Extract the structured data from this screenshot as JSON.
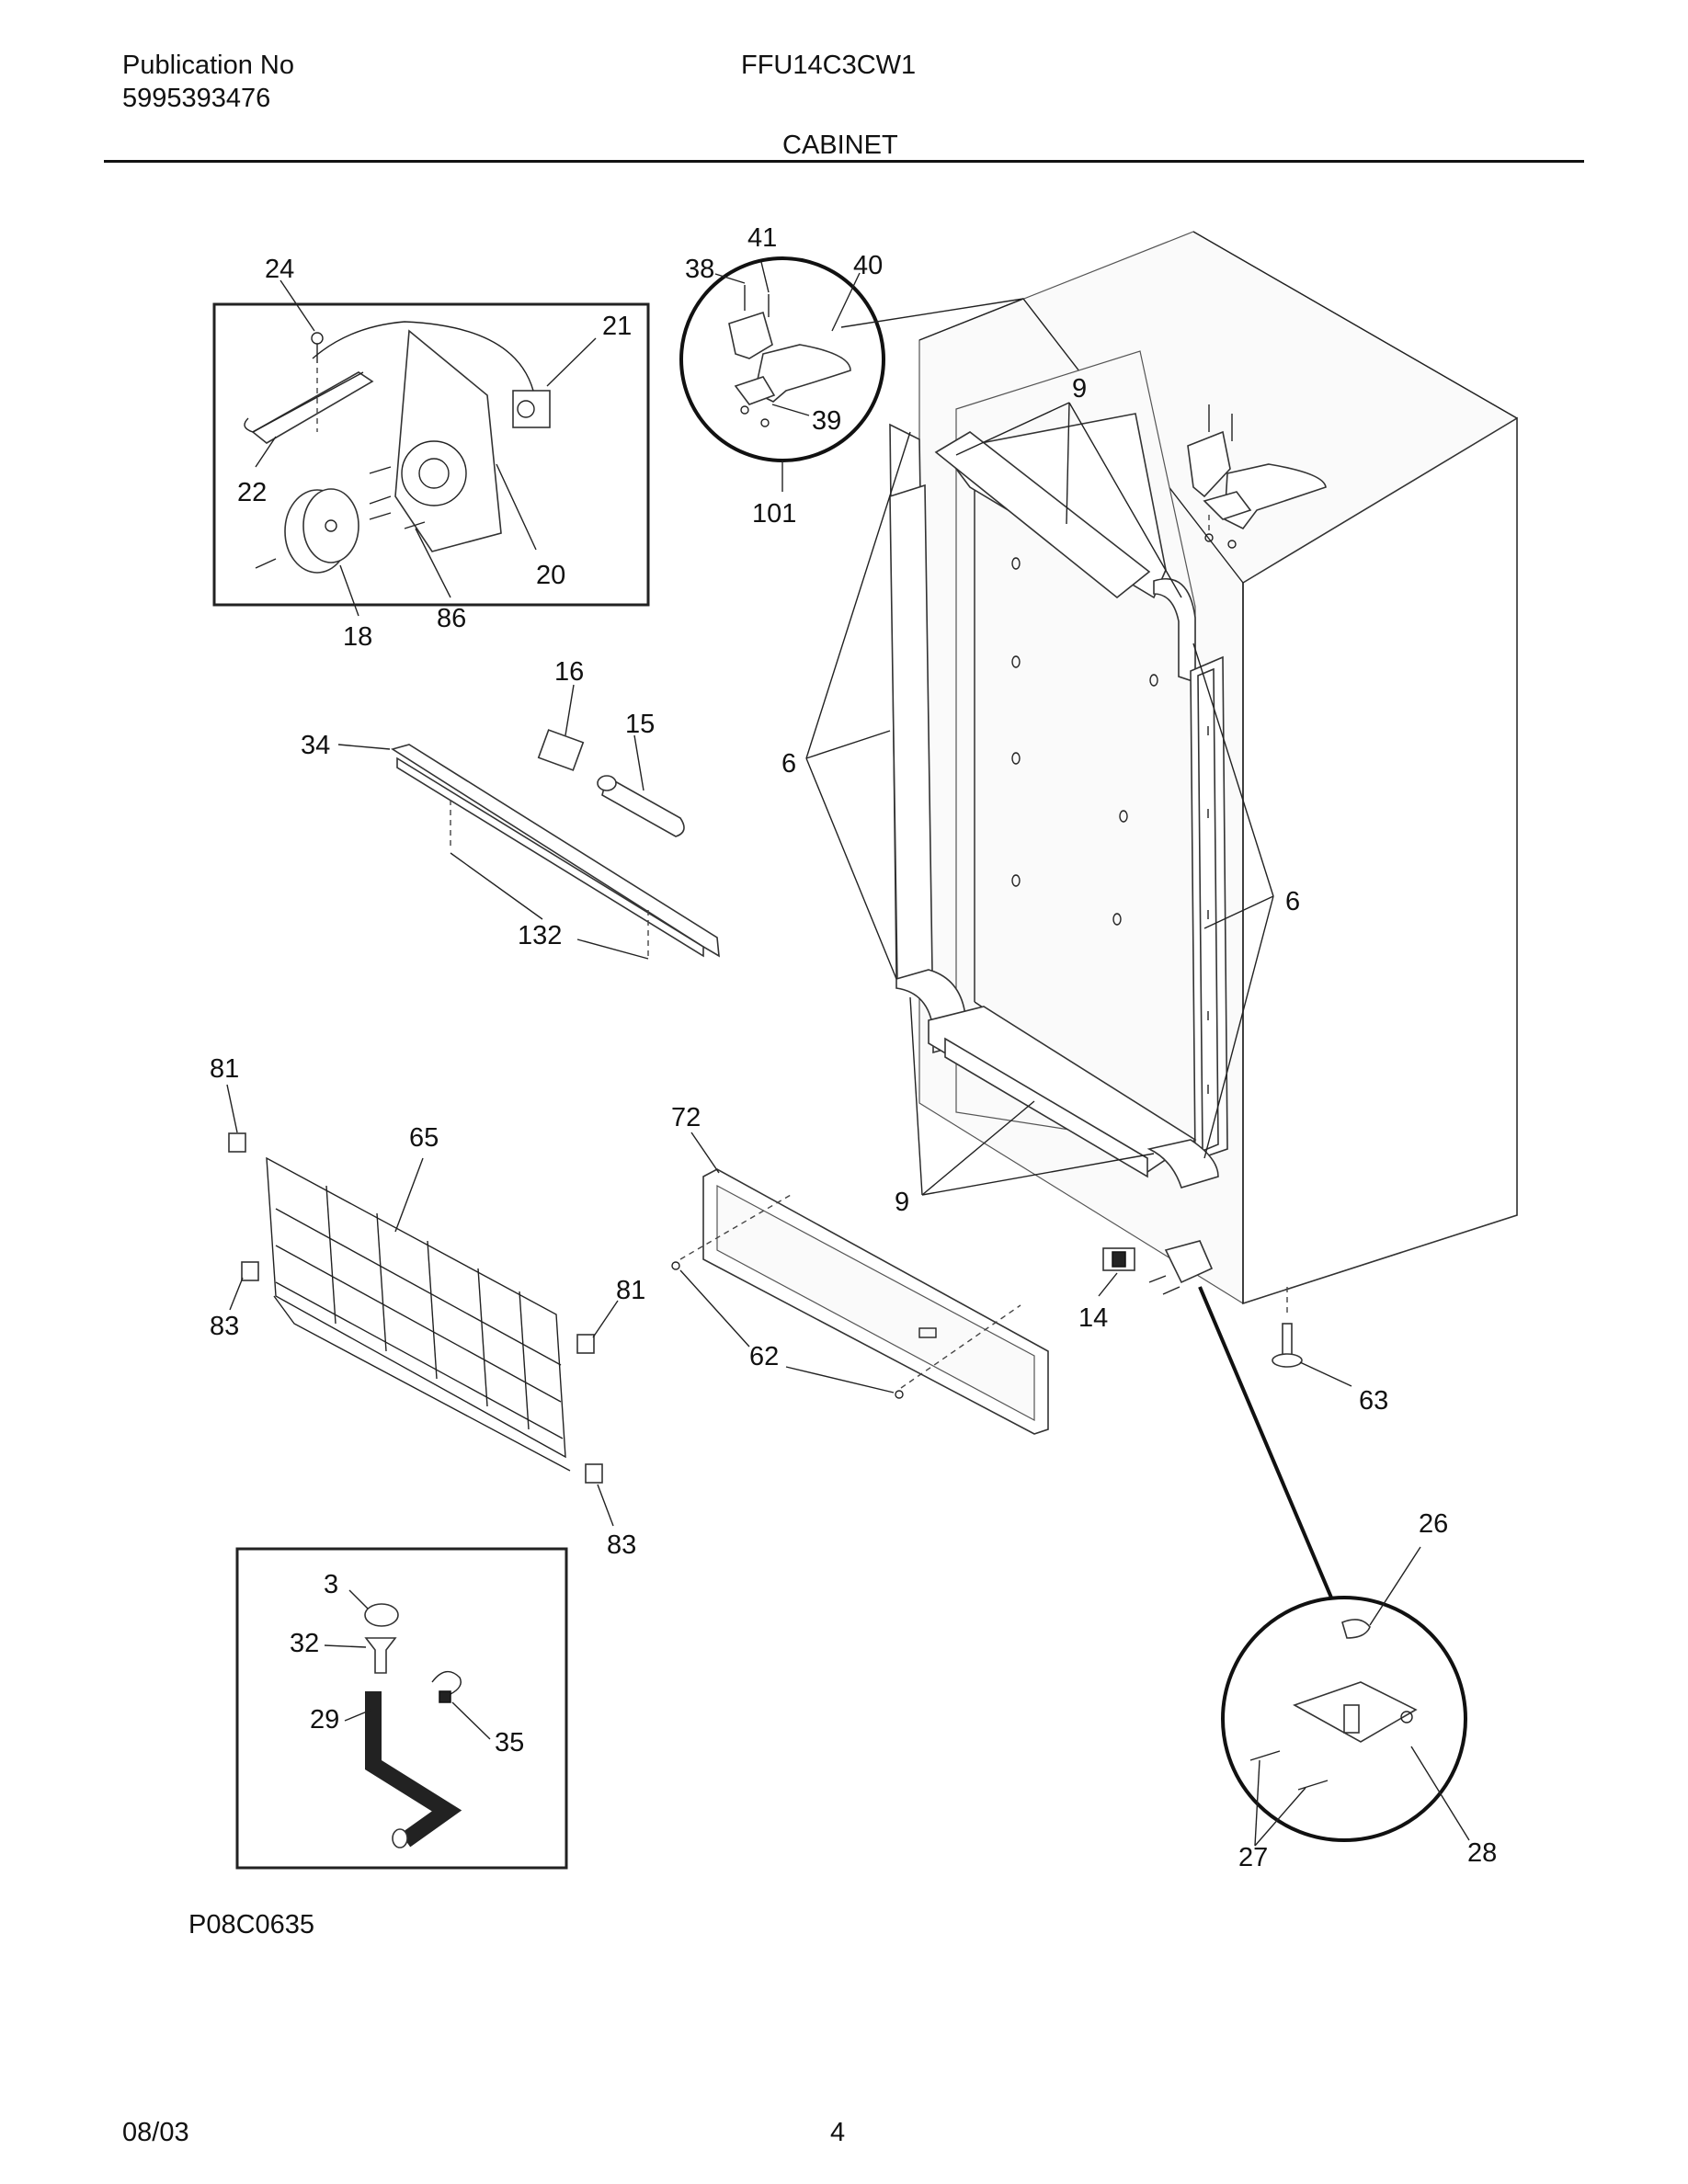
{
  "header": {
    "publication_label": "Publication No",
    "publication_number": "5995393476",
    "model": "FFU14C3CW1",
    "section_title": "CABINET"
  },
  "footer": {
    "date": "08/03",
    "page_number": "4",
    "drawing_code": "P08C0635"
  },
  "callouts": {
    "c3": "3",
    "c6a": "6",
    "c6b": "6",
    "c9a": "9",
    "c9b": "9",
    "c14": "14",
    "c15": "15",
    "c16": "16",
    "c18": "18",
    "c20": "20",
    "c21": "21",
    "c22": "22",
    "c24": "24",
    "c26": "26",
    "c27": "27",
    "c28": "28",
    "c29": "29",
    "c32": "32",
    "c34": "34",
    "c35": "35",
    "c38": "38",
    "c39": "39",
    "c40": "40",
    "c41": "41",
    "c62": "62",
    "c63": "63",
    "c65": "65",
    "c72": "72",
    "c81a": "81",
    "c81b": "81",
    "c83a": "83",
    "c83b": "83",
    "c86": "86",
    "c101": "101",
    "c132": "132"
  }
}
